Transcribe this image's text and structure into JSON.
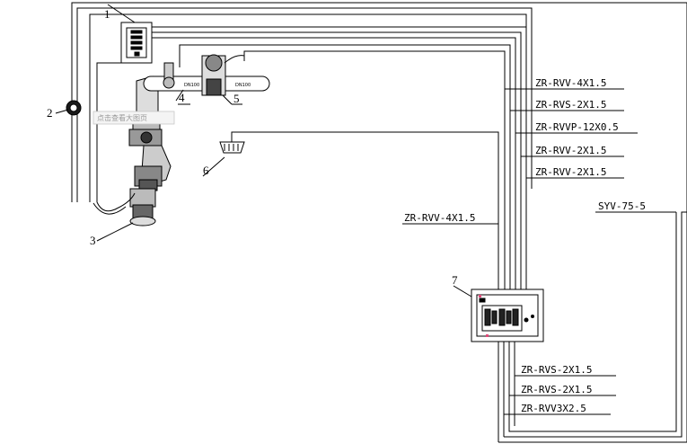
{
  "component_numbers": [
    "1",
    "2",
    "3",
    "4",
    "5",
    "6",
    "7"
  ],
  "pipe_labels": [
    "DN100",
    "DN100"
  ],
  "upper_cables": [
    "ZR-RVV-4X1.5",
    "ZR-RVS-2X1.5",
    "ZR-RVVP-12X0.5",
    "ZR-RVV-2X1.5",
    "ZR-RVV-2X1.5"
  ],
  "middle_cable": "ZR-RVV-4X1.5",
  "right_cable": "SYV-75-5",
  "lower_cables": [
    "ZR-RVS-2X1.5",
    "ZR-RVS-2X1.5",
    "ZR-RVV3X2.5"
  ],
  "watermark": "点击查看大图页"
}
